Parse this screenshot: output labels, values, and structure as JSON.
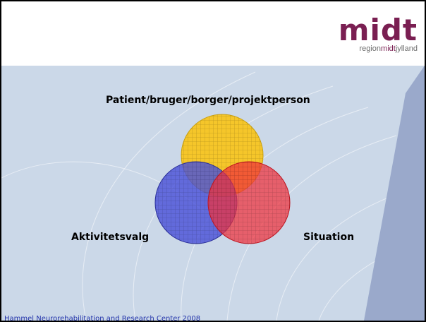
{
  "logo": {
    "word": "midt",
    "sub_prefix": "region",
    "sub_mid": "midt",
    "sub_suffix": "jylland"
  },
  "diagram": {
    "top_label": "Patient/bruger/borger/projektperson",
    "left_label": "Aktivitetsvalg",
    "right_label": "Situation",
    "circles": [
      {
        "name": "patient",
        "color": "#f5c62a"
      },
      {
        "name": "aktivitetsvalg",
        "color": "#4a52d8"
      },
      {
        "name": "situation",
        "color": "#f0303a"
      }
    ]
  },
  "footer": "Hammel Neurorehabilitation and Research Center 2008"
}
